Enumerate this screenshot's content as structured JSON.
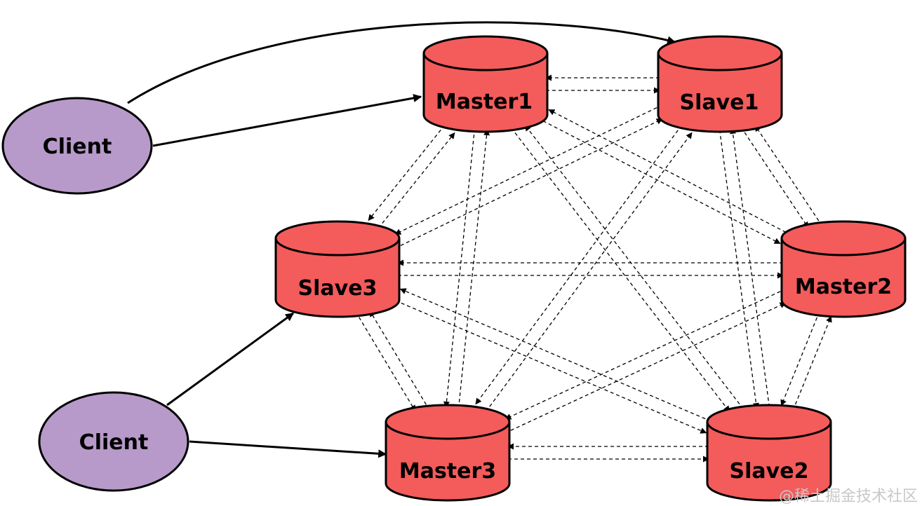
{
  "diagram": {
    "colors": {
      "db_fill": "#f45b5b",
      "client_fill": "#b79ac9",
      "stroke": "#000000",
      "background": "#ffffff"
    },
    "nodes": {
      "master1": {
        "label": "Master1",
        "shape": "cylinder"
      },
      "slave1": {
        "label": "Slave1",
        "shape": "cylinder"
      },
      "slave3": {
        "label": "Slave3",
        "shape": "cylinder"
      },
      "master2": {
        "label": "Master2",
        "shape": "cylinder"
      },
      "master3": {
        "label": "Master3",
        "shape": "cylinder"
      },
      "slave2": {
        "label": "Slave2",
        "shape": "cylinder"
      },
      "client_top": {
        "label": "Client",
        "shape": "ellipse"
      },
      "client_bottom": {
        "label": "Client",
        "shape": "ellipse"
      }
    },
    "client_edges": [
      {
        "from": "client_top",
        "to": "master1",
        "style": "solid"
      },
      {
        "from": "client_top",
        "to": "slave1",
        "style": "solid-curved"
      },
      {
        "from": "client_bottom",
        "to": "slave3",
        "style": "solid"
      },
      {
        "from": "client_bottom",
        "to": "master3",
        "style": "solid"
      }
    ],
    "cluster_edges": {
      "style": "dashed",
      "bidirectional": true,
      "pairs": [
        [
          "master1",
          "slave1"
        ],
        [
          "master1",
          "slave3"
        ],
        [
          "master1",
          "master2"
        ],
        [
          "master1",
          "master3"
        ],
        [
          "master1",
          "slave2"
        ],
        [
          "slave1",
          "slave3"
        ],
        [
          "slave1",
          "master2"
        ],
        [
          "slave1",
          "master3"
        ],
        [
          "slave1",
          "slave2"
        ],
        [
          "slave3",
          "master2"
        ],
        [
          "slave3",
          "master3"
        ],
        [
          "slave3",
          "slave2"
        ],
        [
          "master2",
          "master3"
        ],
        [
          "master2",
          "slave2"
        ],
        [
          "master3",
          "slave2"
        ]
      ]
    }
  },
  "watermark": "@稀土掘金技术社区"
}
